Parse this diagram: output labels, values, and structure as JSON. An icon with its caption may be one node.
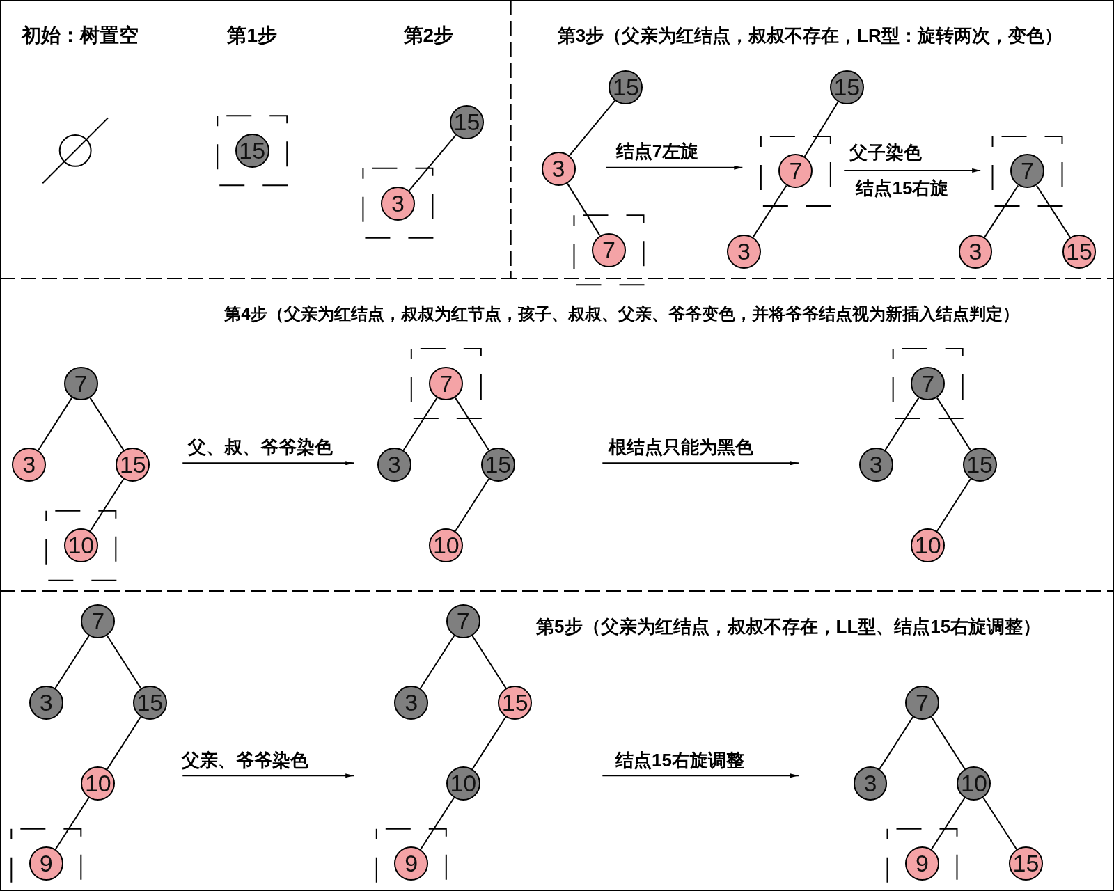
{
  "diagram": {
    "nodes": [
      {
        "text": [
          "15"
        ]
      },
      {
        "text": [
          "15"
        ]
      },
      {
        "text": [
          "3"
        ]
      },
      {
        "text": [
          "15"
        ]
      },
      {
        "text": [
          "3"
        ]
      },
      {
        "text": [
          "7"
        ]
      },
      {
        "text": [
          "15"
        ]
      },
      {
        "text": [
          "7"
        ]
      },
      {
        "text": [
          "3"
        ]
      },
      {
        "text": [
          "7"
        ]
      },
      {
        "text": [
          "3"
        ]
      },
      {
        "text": [
          "15"
        ]
      },
      {
        "text": [
          "7"
        ]
      },
      {
        "text": [
          "3"
        ]
      },
      {
        "text": [
          "15"
        ]
      },
      {
        "text": [
          "10"
        ]
      },
      {
        "text": [
          "7"
        ]
      },
      {
        "text": [
          "3"
        ]
      },
      {
        "text": [
          "15"
        ]
      },
      {
        "text": [
          "10"
        ]
      },
      {
        "text": [
          "7"
        ]
      },
      {
        "text": [
          "3"
        ]
      },
      {
        "text": [
          "15"
        ]
      },
      {
        "text": [
          "10"
        ]
      },
      {
        "text": [
          "7"
        ]
      },
      {
        "text": [
          "3"
        ]
      },
      {
        "text": [
          "15"
        ]
      },
      {
        "text": [
          "10"
        ]
      },
      {
        "text": [
          "9"
        ]
      },
      {
        "text": [
          "7"
        ]
      },
      {
        "text": [
          "3"
        ]
      },
      {
        "text": [
          "15"
        ]
      },
      {
        "text": [
          "10"
        ]
      },
      {
        "text": [
          "9"
        ]
      },
      {
        "text": [
          "7"
        ]
      },
      {
        "text": [
          "3"
        ]
      },
      {
        "text": [
          "10"
        ]
      },
      {
        "text": [
          "9"
        ]
      },
      {
        "text": [
          "15"
        ]
      }
    ],
    "edges": [
      {
        "from": 1,
        "to": 2,
        "arrow": "none"
      },
      {
        "from": 3,
        "to": 4,
        "arrow": "none"
      },
      {
        "from": 4,
        "to": 5,
        "arrow": "none"
      },
      {
        "from": 6,
        "to": 7,
        "arrow": "none"
      },
      {
        "from": 7,
        "to": 8,
        "arrow": "none"
      },
      {
        "from": 9,
        "to": 10,
        "arrow": "none"
      },
      {
        "from": 9,
        "to": 11,
        "arrow": "none"
      },
      {
        "from": 12,
        "to": 13,
        "arrow": "none"
      },
      {
        "from": 12,
        "to": 14,
        "arrow": "none"
      },
      {
        "from": 14,
        "to": 15,
        "arrow": "none"
      },
      {
        "from": 16,
        "to": 17,
        "arrow": "none"
      },
      {
        "from": 16,
        "to": 18,
        "arrow": "none"
      },
      {
        "from": 18,
        "to": 19,
        "arrow": "none"
      },
      {
        "from": 20,
        "to": 21,
        "arrow": "none"
      },
      {
        "from": 20,
        "to": 22,
        "arrow": "none"
      },
      {
        "from": 22,
        "to": 23,
        "arrow": "none"
      },
      {
        "from": 24,
        "to": 25,
        "arrow": "none"
      },
      {
        "from": 24,
        "to": 26,
        "arrow": "none"
      },
      {
        "from": 26,
        "to": 27,
        "arrow": "none"
      },
      {
        "from": 27,
        "to": 28,
        "arrow": "none"
      },
      {
        "from": 29,
        "to": 30,
        "arrow": "none"
      },
      {
        "from": 29,
        "to": 31,
        "arrow": "none"
      },
      {
        "from": 31,
        "to": 32,
        "arrow": "none"
      },
      {
        "from": 32,
        "to": 33,
        "arrow": "none"
      },
      {
        "from": 34,
        "to": 35,
        "arrow": "none"
      },
      {
        "from": 34,
        "to": 36,
        "arrow": "none"
      },
      {
        "from": 36,
        "to": 37,
        "arrow": "none"
      },
      {
        "from": 36,
        "to": 38,
        "arrow": "none"
      }
    ],
    "labels": [
      "初始：树置空",
      "第1步",
      "第2步",
      "第3步（父亲为红结点，叔叔不存在，LR型：旋转两次，变色）",
      "结点7左旋",
      "父子染色",
      "结点15右旋",
      "第4步（父亲为红结点，叔叔为红节点，孩子、叔叔、父亲、爷爷变色，并将爷爷结点视为新插入结点判定）",
      "父、叔、爷爷染色",
      "根结点只能为黑色",
      "第5步（父亲为红结点，叔叔不存在，LL型、结点15右旋调整）",
      "父亲、爷爷染色",
      "结点15右旋调整"
    ]
  }
}
